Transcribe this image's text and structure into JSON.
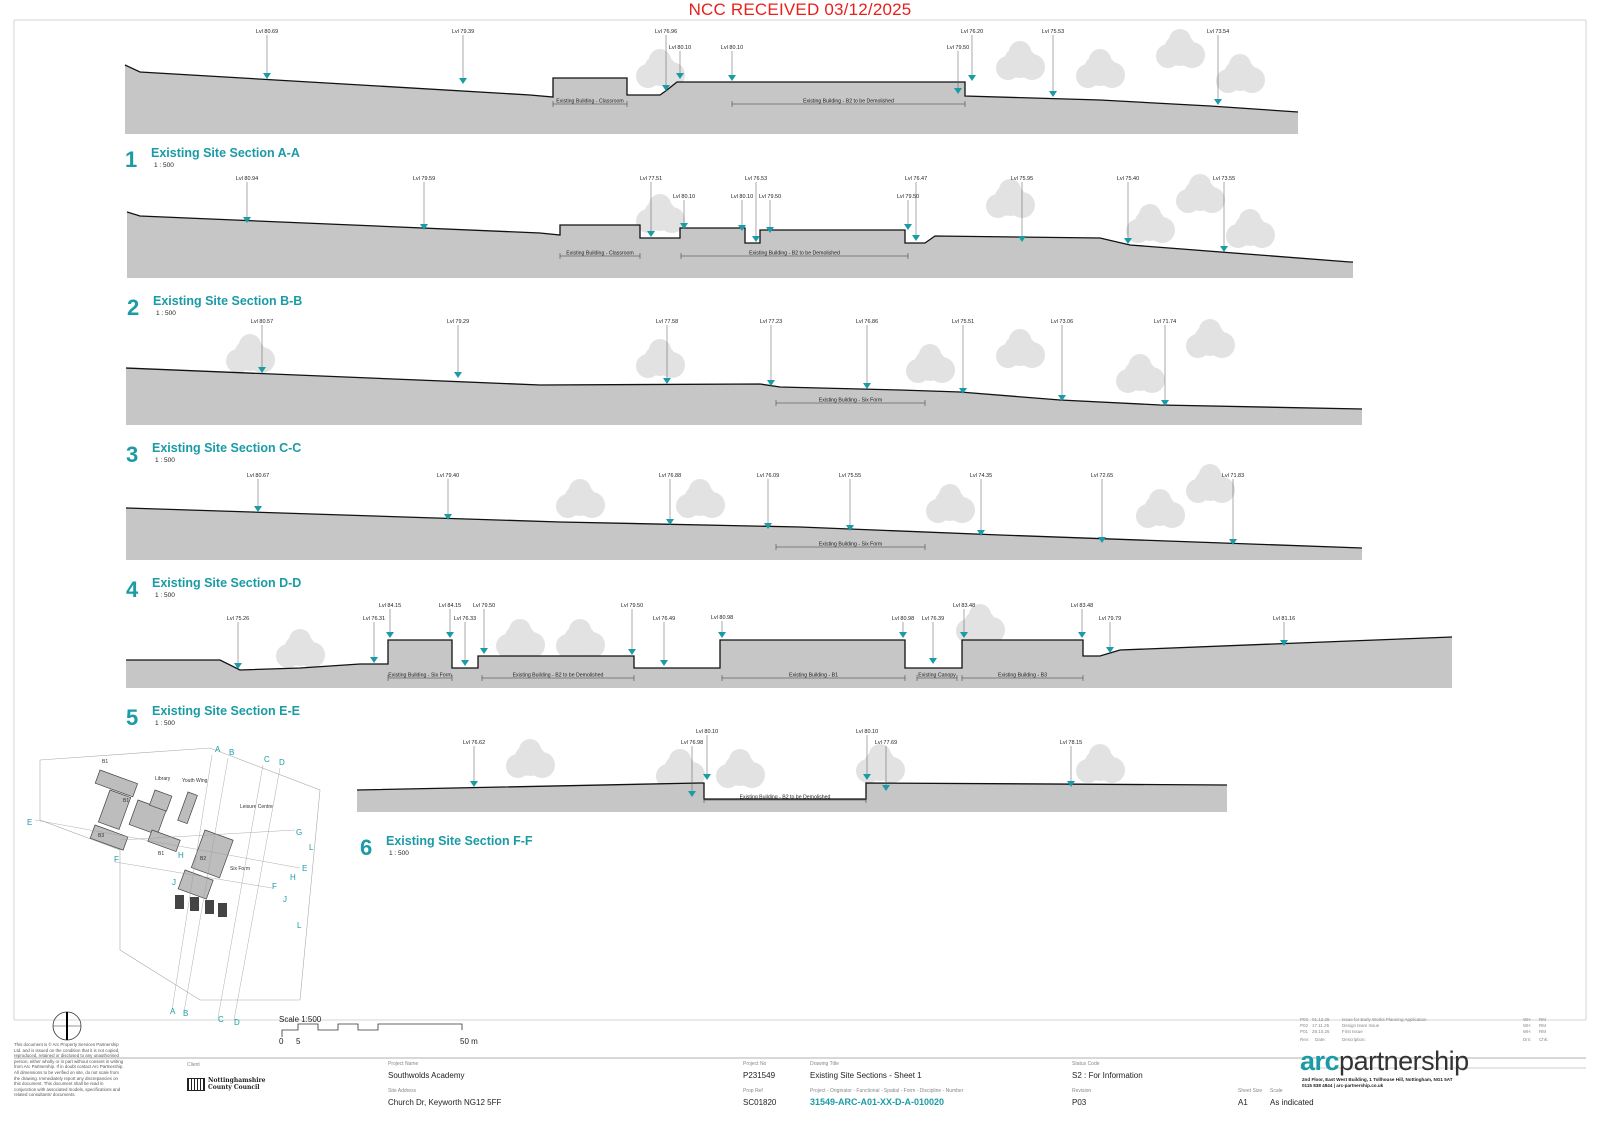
{
  "stamp": "NCC RECEIVED 03/12/2025",
  "colors": {
    "accent": "#1a9ba6",
    "ground": "#c6c6c6",
    "stamp": "#e8201c"
  },
  "sections": [
    {
      "number": "1",
      "title": "Existing Site Section A-A",
      "scale": "1 : 500",
      "levels": [
        "Lvl 80.69",
        "Lvl 79.39",
        "Lvl 76.96",
        "Lvl 80.10",
        "Lvl 80.10",
        "Lvl 76.20",
        "Lvl 79.50",
        "Lvl 75.53",
        "Lvl 73.54"
      ],
      "buildings": [
        "Existing Building - Classroom",
        "Existing Building - B2 to be Demolished"
      ]
    },
    {
      "number": "2",
      "title": "Existing Site Section B-B",
      "scale": "1 : 500",
      "levels": [
        "Lvl 80.94",
        "Lvl 79.59",
        "Lvl 77.51",
        "Lvl 80.10",
        "Lvl 80.10",
        "Lvl 76.53",
        "Lvl 79.50",
        "Lvl 76.47",
        "Lvl 79.50",
        "Lvl 75.95",
        "Lvl 75.40",
        "Lvl 73.55"
      ],
      "buildings": [
        "Existing Building - Classroom",
        "Existing Building - B2 to be Demolished"
      ]
    },
    {
      "number": "3",
      "title": "Existing Site Section C-C",
      "scale": "1 : 500",
      "levels": [
        "Lvl 80.57",
        "Lvl 79.29",
        "Lvl 77.58",
        "Lvl 77.23",
        "Lvl 76.86",
        "Lvl 75.51",
        "Lvl 73.06",
        "Lvl 71.74"
      ],
      "buildings": [
        "Existing Building - Six Form"
      ]
    },
    {
      "number": "4",
      "title": "Existing Site Section D-D",
      "scale": "1 : 500",
      "levels": [
        "Lvl 80.67",
        "Lvl 79.40",
        "Lvl 76.88",
        "Lvl 76.09",
        "Lvl 75.55",
        "Lvl 74.35",
        "Lvl 72.65",
        "Lvl 71.83"
      ],
      "buildings": [
        "Existing Building - Six Form"
      ]
    },
    {
      "number": "5",
      "title": "Existing Site Section E-E",
      "scale": "1 : 500",
      "levels": [
        "Lvl 75.26",
        "Lvl 84.15",
        "Lvl 76.31",
        "Lvl 84.15",
        "Lvl 76.33",
        "Lvl 79.50",
        "Lvl 79.50",
        "Lvl 76.49",
        "Lvl 80.98",
        "Lvl 80.98",
        "Lvl 76.39",
        "Lvl 83.48",
        "Lvl 83.48",
        "Lvl 79.79",
        "Lvl 81.16"
      ],
      "buildings": [
        "Existing Building - Six Form",
        "Existing Building - B2 to be Demolished",
        "Existing Building - B1",
        "Existing Canopy",
        "Existing Building - B3"
      ]
    },
    {
      "number": "6",
      "title": "Existing Site Section F-F",
      "scale": "1 : 500",
      "levels": [
        "Lvl 76.62",
        "Lvl 80.10",
        "Lvl 76.98",
        "Lvl 80.10",
        "Lvl 77.69",
        "Lvl 78.15"
      ],
      "buildings": [
        "Existing Building - B2 to be Demolished"
      ]
    }
  ],
  "key_plan": {
    "section_letters": [
      "A",
      "B",
      "C",
      "D",
      "E",
      "F",
      "G",
      "H",
      "J",
      "L"
    ],
    "building_labels": [
      "B1",
      "Library",
      "Youth Wing",
      "Leisure Centre",
      "B1",
      "B3",
      "B1",
      "Six Form",
      "B2"
    ]
  },
  "scale_bar": {
    "title": "Scale 1:500",
    "ticks": [
      "0",
      "5",
      "50 m"
    ]
  },
  "title_block": {
    "disclaimer": "This document is © Arc Property Services Partnership Ltd. and is issued on the condition that it is not copied, reproduced, retained or disclosed to any unauthorised person, either wholly or in part without consent in writing from Arc Partnership. If in doubt contact Arc Partnership. All dimensions to be verified on site, do not scale from the drawing. Immediately report any discrepancies on this document. This document shall be read in conjunction with associated models, specifications and related consultants' documents.",
    "client_label": "Client",
    "client": "Nottinghamshire County Council",
    "project_name_label": "Project Name",
    "project_name": "Southwolds Academy",
    "site_address_label": "Site Address",
    "site_address": "Church Dr, Keyworth NG12 5FF",
    "project_no_label": "Project No",
    "project_no": "P231549",
    "prop_ref_label": "Prop Ref",
    "prop_ref": "SC01820",
    "drawing_title_label": "Drawing Title",
    "drawing_title": "Existing Site Sections - Sheet 1",
    "number_label": "Project - Originator - Functional - Spatial - Form - Discipline - Number",
    "drawing_number": "31549-ARC-A01-XX-D-A-010020",
    "status_code_label": "Status Code",
    "status_code": "S2 : For Information",
    "revision_label": "Revision",
    "revision": "P03",
    "sheet_size_label": "Sheet Size",
    "sheet_size": "A1",
    "scale_label": "Scale",
    "scale": "As indicated",
    "rev_headers": [
      "Rev:",
      "Date:",
      "Description:",
      "Drn:",
      "Chk:"
    ],
    "revisions": [
      {
        "rev": "P03",
        "date": "01.12.25",
        "desc": "Issue for Early Works Planning Application",
        "drn": "WH",
        "chk": "RM"
      },
      {
        "rev": "P02",
        "date": "17.11.25",
        "desc": "Design team Issue",
        "drn": "WH",
        "chk": "RM"
      },
      {
        "rev": "P01",
        "date": "28.10.25",
        "desc": "First Issue",
        "drn": "WH",
        "chk": "RM"
      }
    ],
    "logo_arc": "arc",
    "logo_rest": "partnership",
    "address": "2nd Floor, East West Building, 1 Tollhouse Hill, Nottingham, NG1 5AT",
    "contact": "0115 838 4844 | arc-partnership.co.uk"
  }
}
